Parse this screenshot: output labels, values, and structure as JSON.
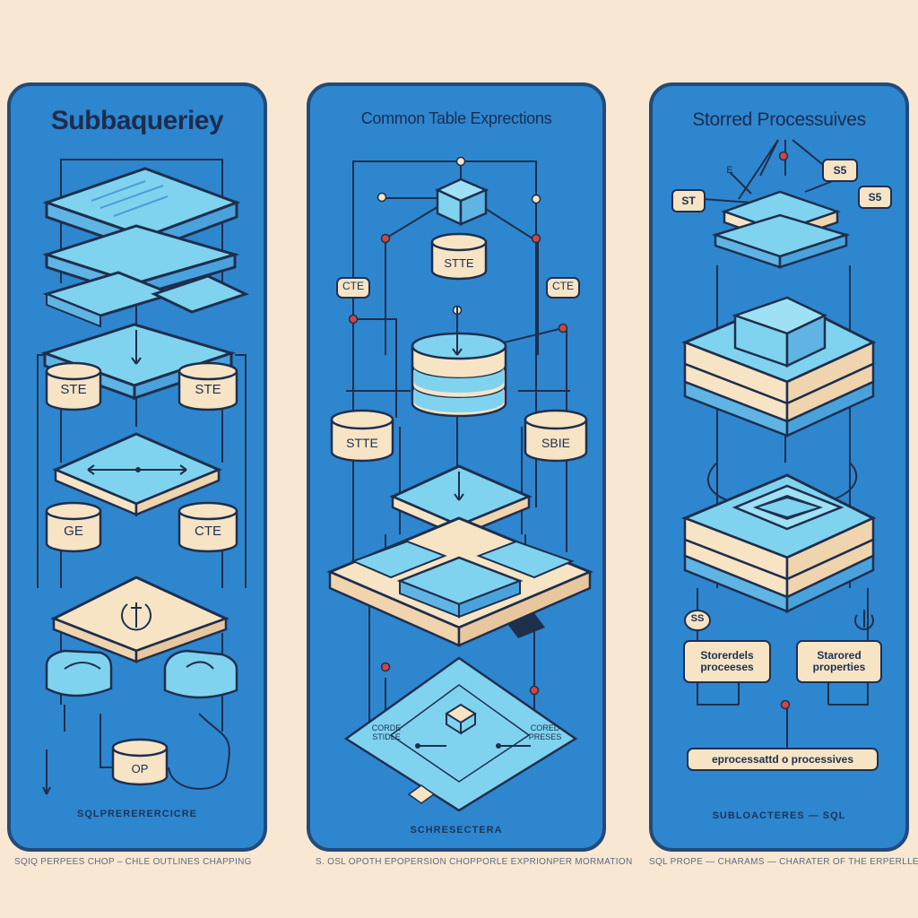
{
  "panels": {
    "subquery": {
      "title": "Subbaqueriey",
      "labels": {
        "left_1": "STE",
        "right_1": "STE",
        "left_2": "GE",
        "right_2": "CTE",
        "bottom": "OP"
      },
      "footer": "SQLPRERERERCICRE"
    },
    "cte": {
      "title": "Common Table Exprections",
      "labels": {
        "cyl_top": "STTE",
        "side_left": "CTE",
        "side_right": "CTE",
        "cyl_left": "STTE",
        "cyl_right": "SBIE",
        "bottom_left": "CORDE\nSTIDLE",
        "bottom_right": "CORED\nPRESES"
      },
      "footer": "SCHRESECTERA"
    },
    "procedures": {
      "title": "Storred Processuives",
      "labels": {
        "tag_left": "ST",
        "tag_top": "S5",
        "tag_right": "S5",
        "small_e": "E",
        "small_left": "SS",
        "box_left": "Storerdels\nproceeses",
        "box_right": "Starored\nproperties",
        "banner": "eprocessattd o processives"
      },
      "footer": "SUBLOACTERES — SQL"
    }
  },
  "captions": {
    "left": "SQIQ PERPEES  CHOP  –  CHLE OUTLINES CHAPPING",
    "middle": "S.  OSL OPOTH  EPOPERSION CHOPPORLE EXPRIONPER MORMATION",
    "right": "SQL PROPE  —  CHARAMS  —  CHARATER OF THE ERPERLLET"
  },
  "colors": {
    "panel": "#2e86cf",
    "panel_border": "#234a78",
    "background": "#f8e8d2",
    "cyan": "#80d3ef",
    "cream": "#f6e4c5",
    "ink": "#1e2f4d",
    "red_dot": "#d0463d"
  }
}
